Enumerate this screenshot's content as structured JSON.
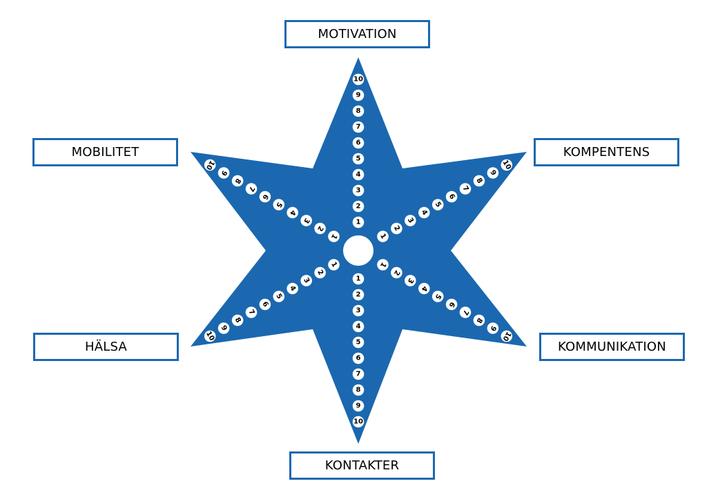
{
  "colors": {
    "star": "#1B68B0",
    "badge": "#ffffff",
    "text": "#000000"
  },
  "scale": [
    "1",
    "2",
    "3",
    "4",
    "5",
    "6",
    "7",
    "8",
    "9",
    "10"
  ],
  "arms": [
    {
      "id": "motivation",
      "label": "MOTIVATION"
    },
    {
      "id": "kompentens",
      "label": "KOMPENTENS"
    },
    {
      "id": "kommunikation",
      "label": "KOMMUNIKATION"
    },
    {
      "id": "kontakter",
      "label": "KONTAKTER"
    },
    {
      "id": "halsa",
      "label": "HÄLSA"
    },
    {
      "id": "mobilitet",
      "label": "MOBILITET"
    }
  ]
}
